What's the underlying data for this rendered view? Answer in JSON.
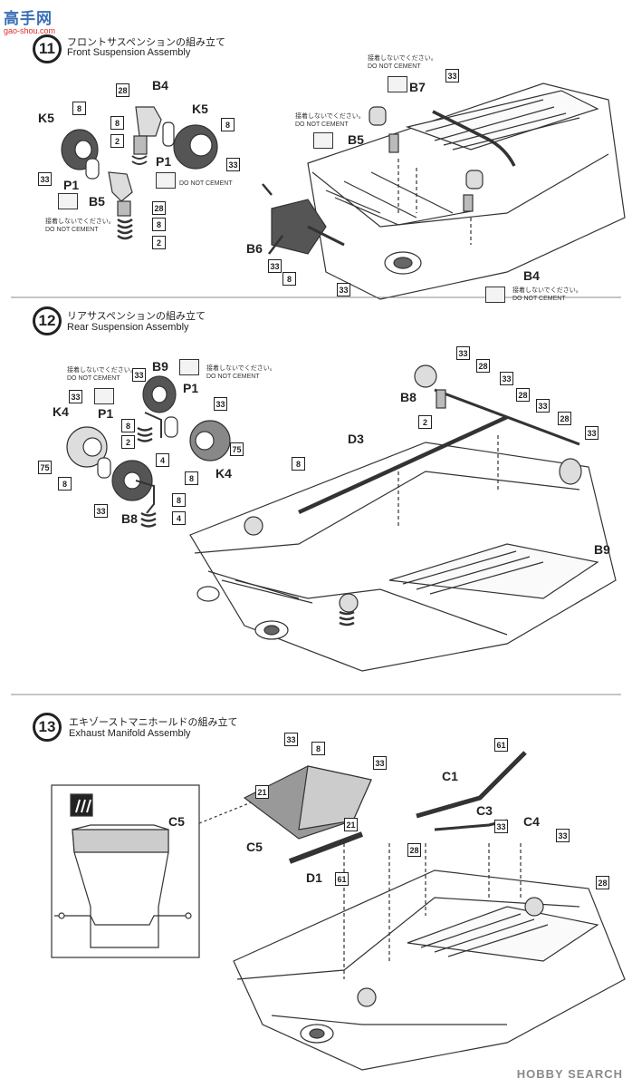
{
  "watermark": {
    "brand_cn": "高手网",
    "url": "gao-shou.com"
  },
  "steps": [
    {
      "number": "11",
      "title_jp": "フロントサスペンションの組み立て",
      "title_en": "Front Suspension Assembly"
    },
    {
      "number": "12",
      "title_jp": "リアサスペンションの組み立て",
      "title_en": "Rear Suspension Assembly"
    },
    {
      "number": "13",
      "title_jp": "エキゾーストマニホールドの組み立て",
      "title_en": "Exhaust Manifold Assembly"
    }
  ],
  "no_cement": {
    "jp": "接着しないでください。",
    "en": "DO NOT CEMENT"
  },
  "parts": {
    "K5": "K5",
    "B4": "B4",
    "P1": "P1",
    "B5": "B5",
    "B7": "B7",
    "B6": "B6",
    "B9": "B9",
    "K4": "K4",
    "B8": "B8",
    "D3": "D3",
    "C5": "C5",
    "C1": "C1",
    "C3": "C3",
    "C4": "C4",
    "D1": "D1"
  },
  "nums": {
    "n2": "2",
    "n4": "4",
    "n8": "8",
    "n21": "21",
    "n28": "28",
    "n33": "33",
    "n61": "61",
    "n75": "75"
  },
  "footer": {
    "brand": "HOBBY SEARCH"
  }
}
